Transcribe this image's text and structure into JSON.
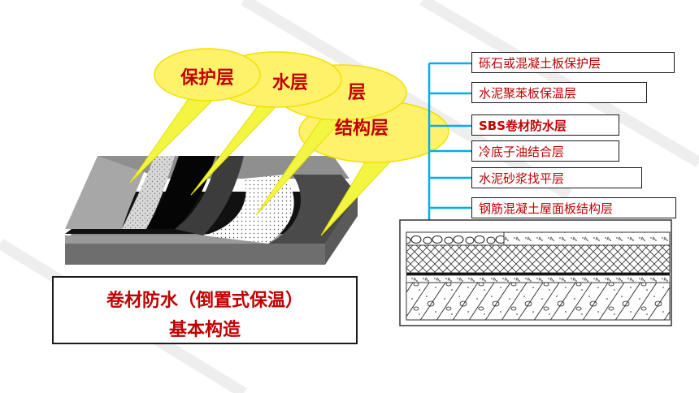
{
  "diagram": {
    "bubbles": [
      {
        "label": "保护层"
      },
      {
        "label": "水层"
      },
      {
        "label": "层"
      },
      {
        "label": "结构层"
      }
    ],
    "layers": [
      {
        "label": "砾石或混凝土板保护层",
        "bold": false
      },
      {
        "label": "水泥聚苯板保温层",
        "bold": false
      },
      {
        "label": "SBS卷材防水层",
        "bold": true
      },
      {
        "label": "冷底子油结合层",
        "bold": false
      },
      {
        "label": "水泥砂浆找平层",
        "bold": false
      },
      {
        "label": "钢筋混凝土屋面板结构层",
        "bold": false
      }
    ],
    "caption": {
      "line1": "卷材防水（倒置式保温）",
      "line2": "基本构造"
    },
    "colors": {
      "accent_text": "#c00000",
      "bubble_fill": "#fff26b",
      "leader_line": "#00aeef",
      "bubble_arrow": "#f2f542"
    }
  }
}
